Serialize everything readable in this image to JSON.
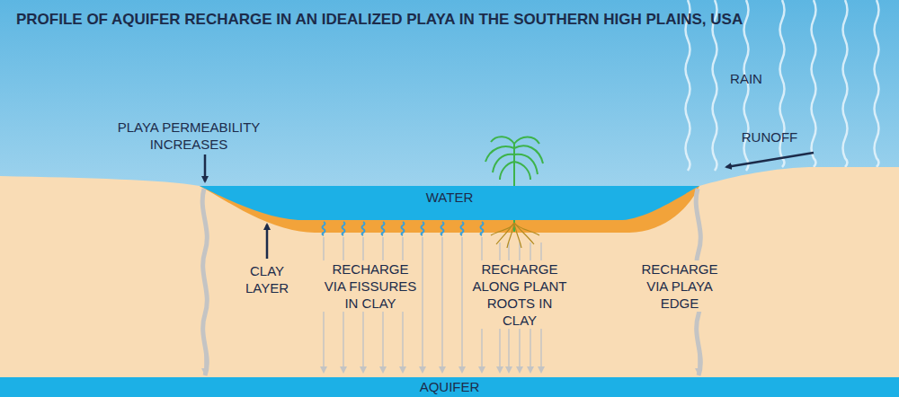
{
  "diagram": {
    "title": "PROFILE OF AQUIFER RECHARGE IN AN IDEALIZED PLAYA IN THE SOUTHERN HIGH PLAINS, USA",
    "nodes": [
      {
        "text": [
          "WATER"
        ]
      },
      {
        "text": [
          "AQUIFER"
        ]
      }
    ],
    "labels": [
      "PLAYA PERMEABILITY INCREASES",
      "CLAY LAYER",
      "RECHARGE VIA FISSURES IN CLAY",
      "RECHARGE ALONG PLANT ROOTS IN CLAY",
      "RECHARGE VIA PLAYA EDGE",
      "RAIN",
      "RUNOFF"
    ]
  }
}
